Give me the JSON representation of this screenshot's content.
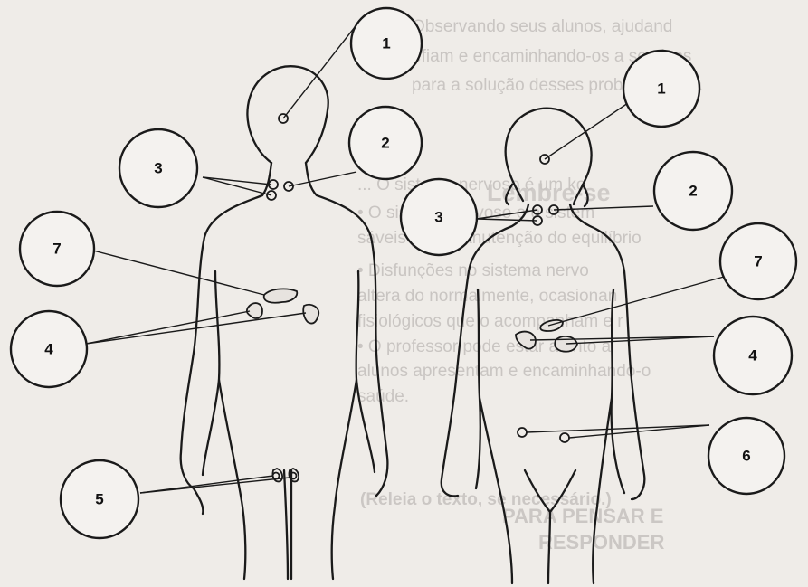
{
  "background_text": {
    "top_lines": [
      "Observando seus alunos, ajudand",
      "efiam e encaminhando-os a serviços",
      "para a solução desses problemas e fa"
    ],
    "heading": "Lembre-se",
    "middle_lines": [
      "... O sistema nervoso é um ko",
      "• O sistema nervoso e o sistem",
      "sáveis pela manutenção do equilíbrio",
      "• Disfunções no sistema nervo",
      "altera do normalmente, ocasionan",
      "fisiológicos que o acompanham e r",
      "• O professor pode estar atento a",
      "alunos apresentam e encaminhando-o",
      "saúde."
    ],
    "bottom_note": "(Releia o texto, se necessário.)",
    "bottom_heading_line1": "PARA PENSAR E",
    "bottom_heading_line2": "RESPONDER"
  },
  "callouts": {
    "male": [
      "1",
      "2",
      "3",
      "7",
      "4",
      "5"
    ],
    "female": [
      "1",
      "2",
      "3",
      "7",
      "4",
      "6"
    ]
  },
  "colors": {
    "ink": "#1a1a1a",
    "paper": "#efece8",
    "bleed_through": "#c9c5c2"
  }
}
